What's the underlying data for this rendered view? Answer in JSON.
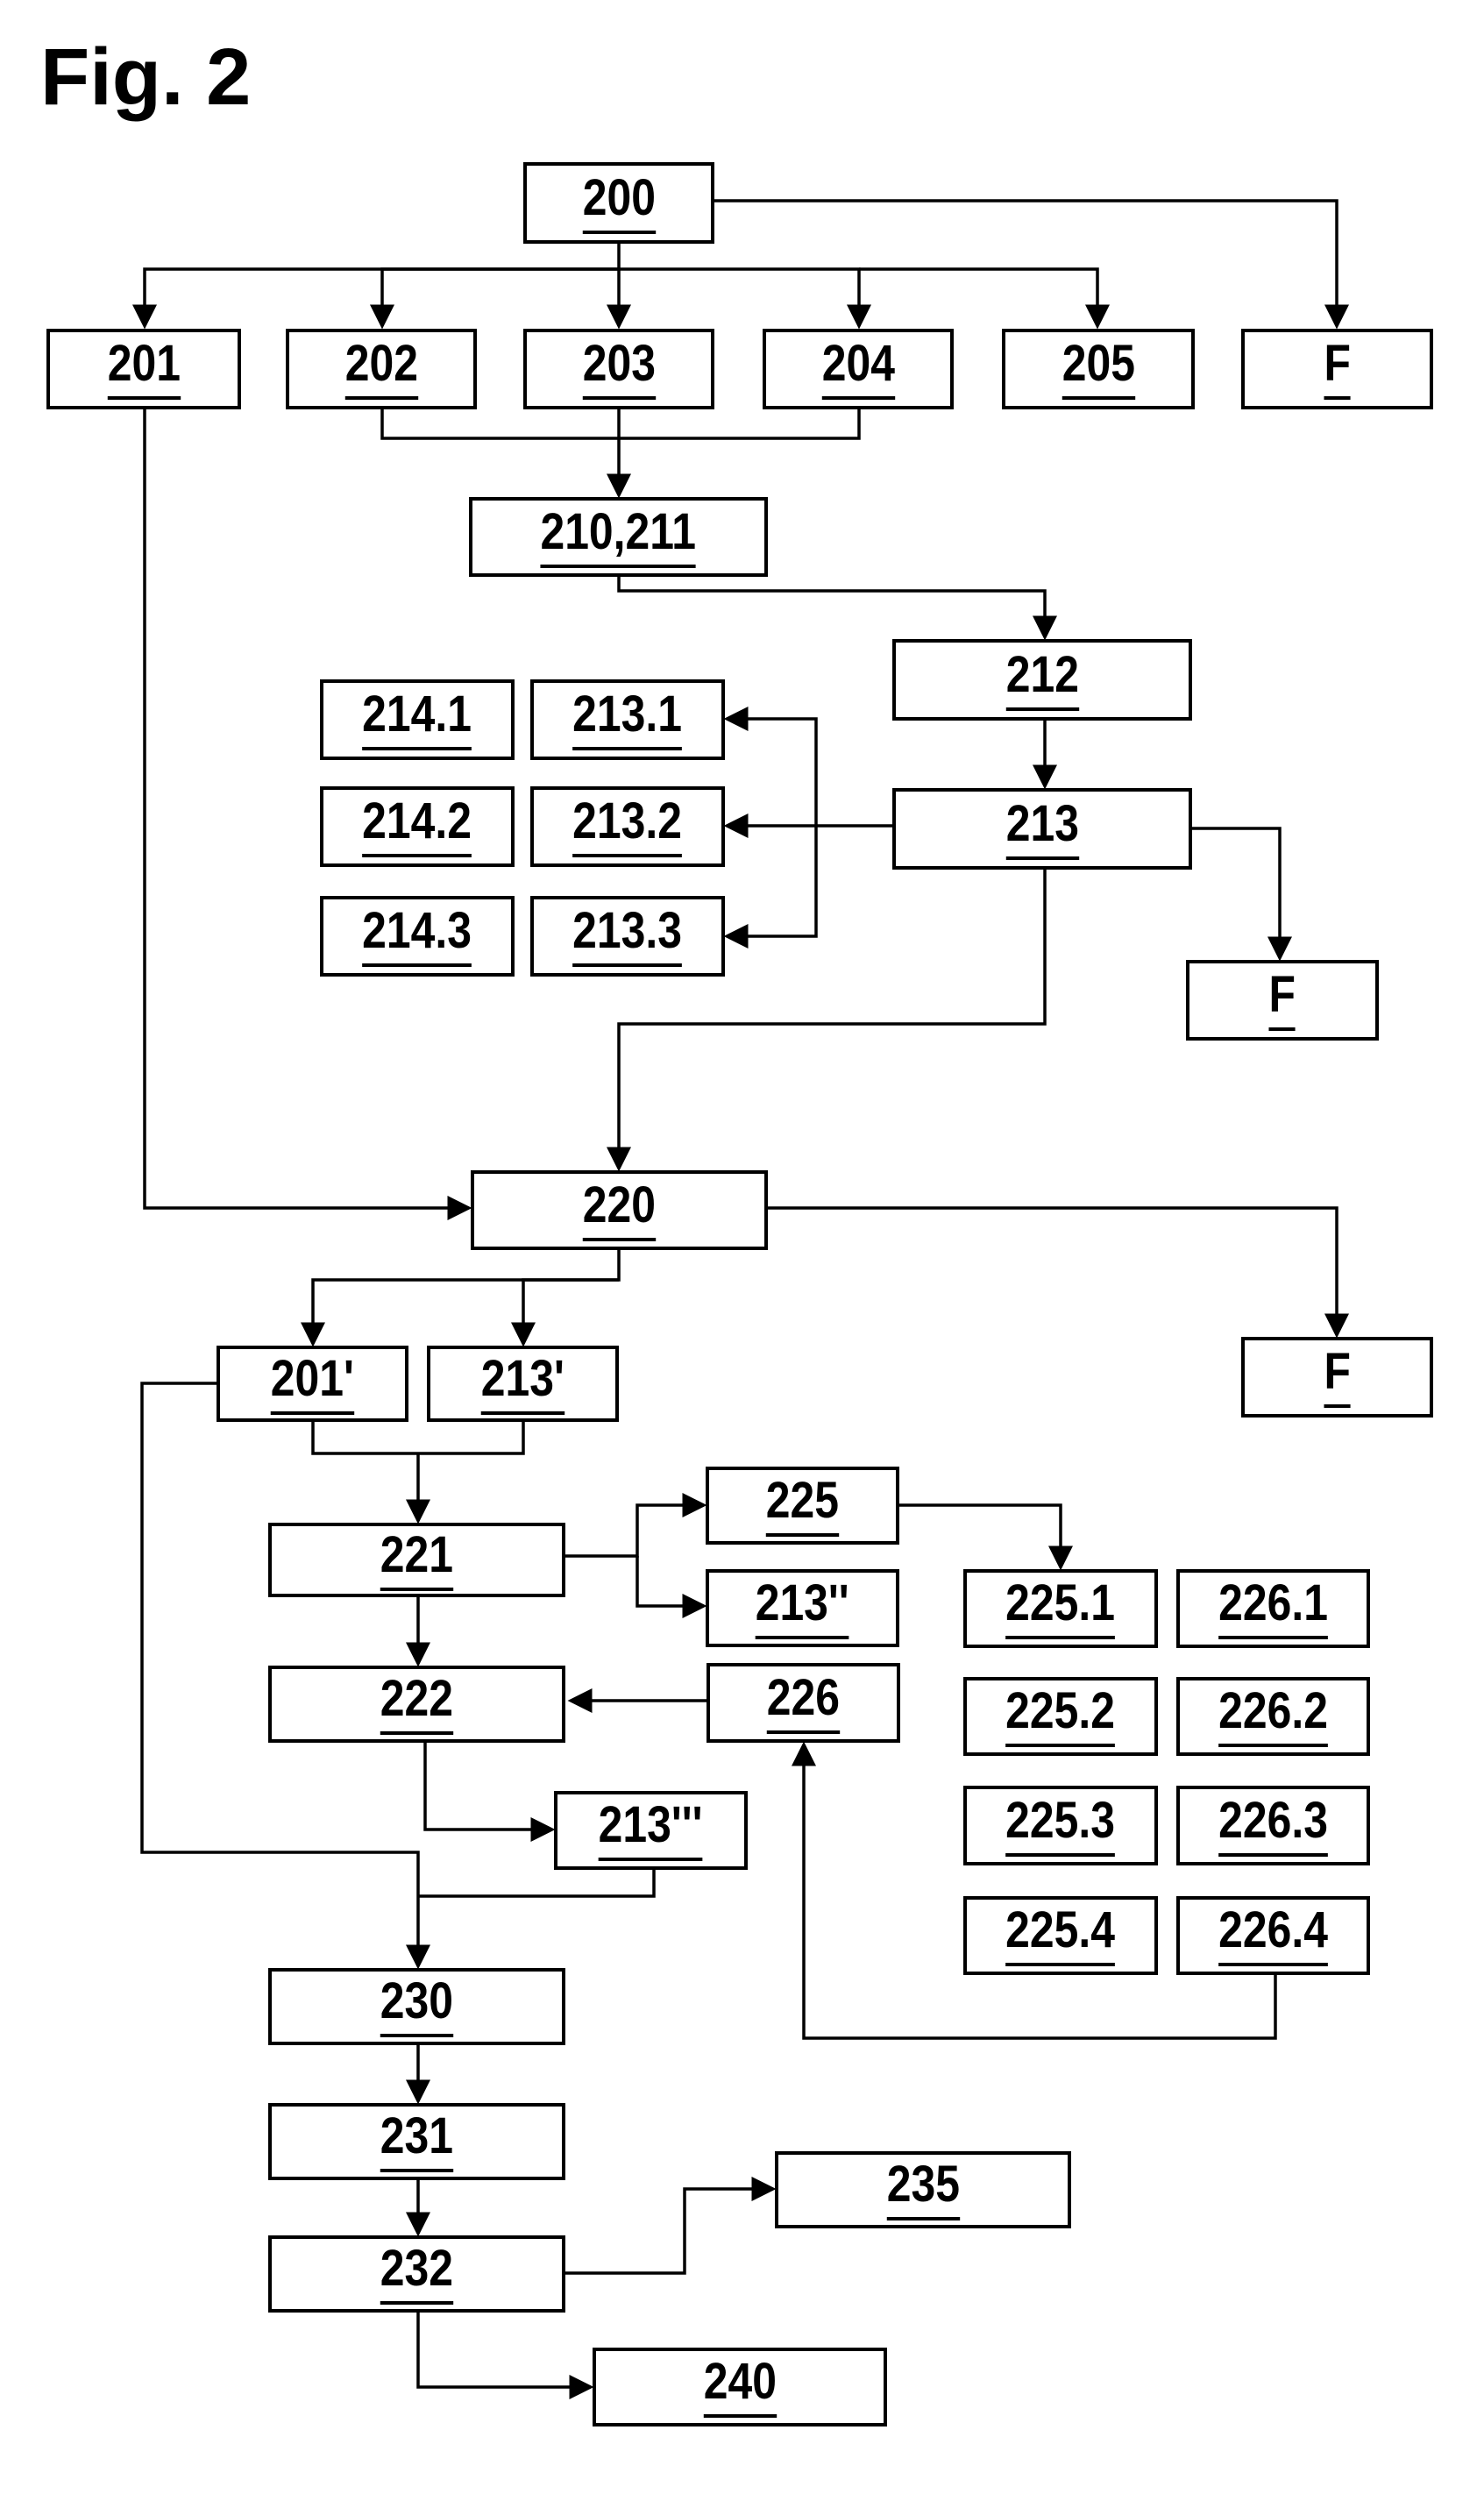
{
  "figure": {
    "title": "Fig. 2"
  },
  "nodes": {
    "n200": "200",
    "n201": "201",
    "n202": "202",
    "n203": "203",
    "n204": "204",
    "n205": "205",
    "nF1": "F",
    "n210": "210,211",
    "n212": "212",
    "n213": "213",
    "n213_1": "213.1",
    "n213_2": "213.2",
    "n213_3": "213.3",
    "n214_1": "214.1",
    "n214_2": "214.2",
    "n214_3": "214.3",
    "nF2": "F",
    "n220": "220",
    "nF3": "F",
    "n201p": "201'",
    "n213p": "213'",
    "n221": "221",
    "n225": "225",
    "n213pp": "213''",
    "n222": "222",
    "n226": "226",
    "n213ppp": "213'''",
    "n225_1": "225.1",
    "n225_2": "225.2",
    "n225_3": "225.3",
    "n225_4": "225.4",
    "n226_1": "226.1",
    "n226_2": "226.2",
    "n226_3": "226.3",
    "n226_4": "226.4",
    "n230": "230",
    "n231": "231",
    "n232": "232",
    "n235": "235",
    "n240": "240"
  },
  "connections": [
    {
      "from": "200",
      "to": "201"
    },
    {
      "from": "200",
      "to": "202"
    },
    {
      "from": "200",
      "to": "203"
    },
    {
      "from": "200",
      "to": "204"
    },
    {
      "from": "200",
      "to": "205"
    },
    {
      "from": "200",
      "to": "F"
    },
    {
      "from": "202, 203, 204",
      "to": "210,211"
    },
    {
      "from": "210,211",
      "to": "212"
    },
    {
      "from": "212",
      "to": "213"
    },
    {
      "from": "213",
      "to": "213.1"
    },
    {
      "from": "213",
      "to": "213.2"
    },
    {
      "from": "213",
      "to": "213.3"
    },
    {
      "from": "213",
      "to": "F"
    },
    {
      "from": "213",
      "to": "220"
    },
    {
      "from": "201",
      "to": "220"
    },
    {
      "from": "220",
      "to": "201'"
    },
    {
      "from": "220",
      "to": "213'"
    },
    {
      "from": "220",
      "to": "F"
    },
    {
      "from": "201', 213'",
      "to": "221"
    },
    {
      "from": "221",
      "to": "225"
    },
    {
      "from": "221",
      "to": "213''"
    },
    {
      "from": "221",
      "to": "222"
    },
    {
      "from": "225",
      "to": "225.1"
    },
    {
      "from": "226",
      "to": "222"
    },
    {
      "from": "226.4",
      "to": "226"
    },
    {
      "from": "222",
      "to": "213'''"
    },
    {
      "from": "201', 213'''",
      "to": "230"
    },
    {
      "from": "230",
      "to": "231"
    },
    {
      "from": "231",
      "to": "232"
    },
    {
      "from": "232",
      "to": "235"
    },
    {
      "from": "232",
      "to": "240"
    }
  ]
}
